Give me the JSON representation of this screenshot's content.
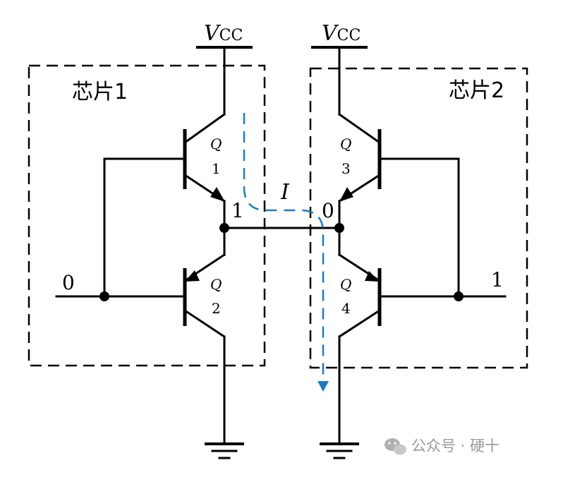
{
  "diagram": {
    "supply_label_main": "V",
    "supply_label_sub": "CC",
    "chip1_label": "芯片1",
    "chip2_label": "芯片2",
    "transistor_letter": "Q",
    "q1_index": "1",
    "q2_index": "2",
    "q3_index": "3",
    "q4_index": "4",
    "chip1_output_logic": "1",
    "chip2_output_logic": "0",
    "chip1_input_logic": "0",
    "chip2_input_logic": "1",
    "current_label": "I",
    "current_color": "#1f7bbf"
  },
  "watermark": {
    "icon": "wechat-icon",
    "text": "公众号 · 硬十"
  }
}
